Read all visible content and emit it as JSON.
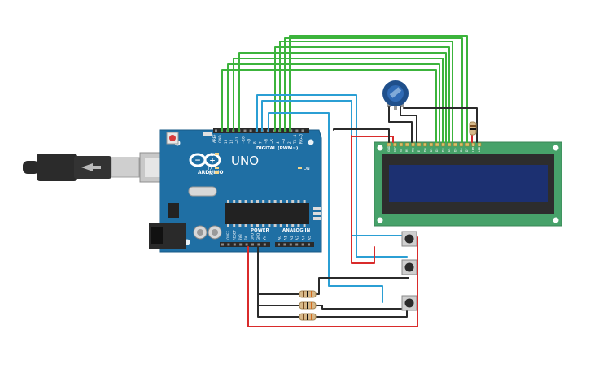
{
  "board": {
    "brand": "ARDUINO",
    "model": "UNO",
    "logo": "infinity-logo-icon",
    "label_aref": "AREF",
    "label_gnd": "GND",
    "digital_pins": [
      "13",
      "12",
      "~11",
      "~10",
      "~9",
      "8",
      "7",
      "~6",
      "~5",
      "4",
      "~3",
      "2",
      "TX→1",
      "RX←0"
    ],
    "label_digital": "DIGITAL (PWM~)",
    "label_power": "POWER",
    "label_analog": "ANALOG IN",
    "power_pins": [
      "IOREF",
      "RESET",
      "3V3",
      "5V",
      "GND",
      "GND",
      "Vin"
    ],
    "analog_pins": [
      "A0",
      "A1",
      "A2",
      "A3",
      "A4",
      "A5"
    ],
    "led_l": "L",
    "led_tx": "TX",
    "led_rx": "RX",
    "led_on": "ON"
  },
  "lcd": {
    "pin_labels": [
      "GND",
      "VCC",
      "V0",
      "RS",
      "RW",
      "E",
      "D0",
      "D1",
      "D2",
      "D3",
      "D4",
      "D5",
      "D6",
      "D7",
      "LED A",
      "LED K"
    ]
  },
  "colors": {
    "board": "#1f6fa4",
    "lcd_pcb": "#47a26a",
    "lcd_screen": "#1c3071",
    "wire_green": "#3cb43c",
    "wire_blue": "#2b9fd4",
    "wire_red": "#d92b2b",
    "wire_black": "#2b2b2b"
  }
}
